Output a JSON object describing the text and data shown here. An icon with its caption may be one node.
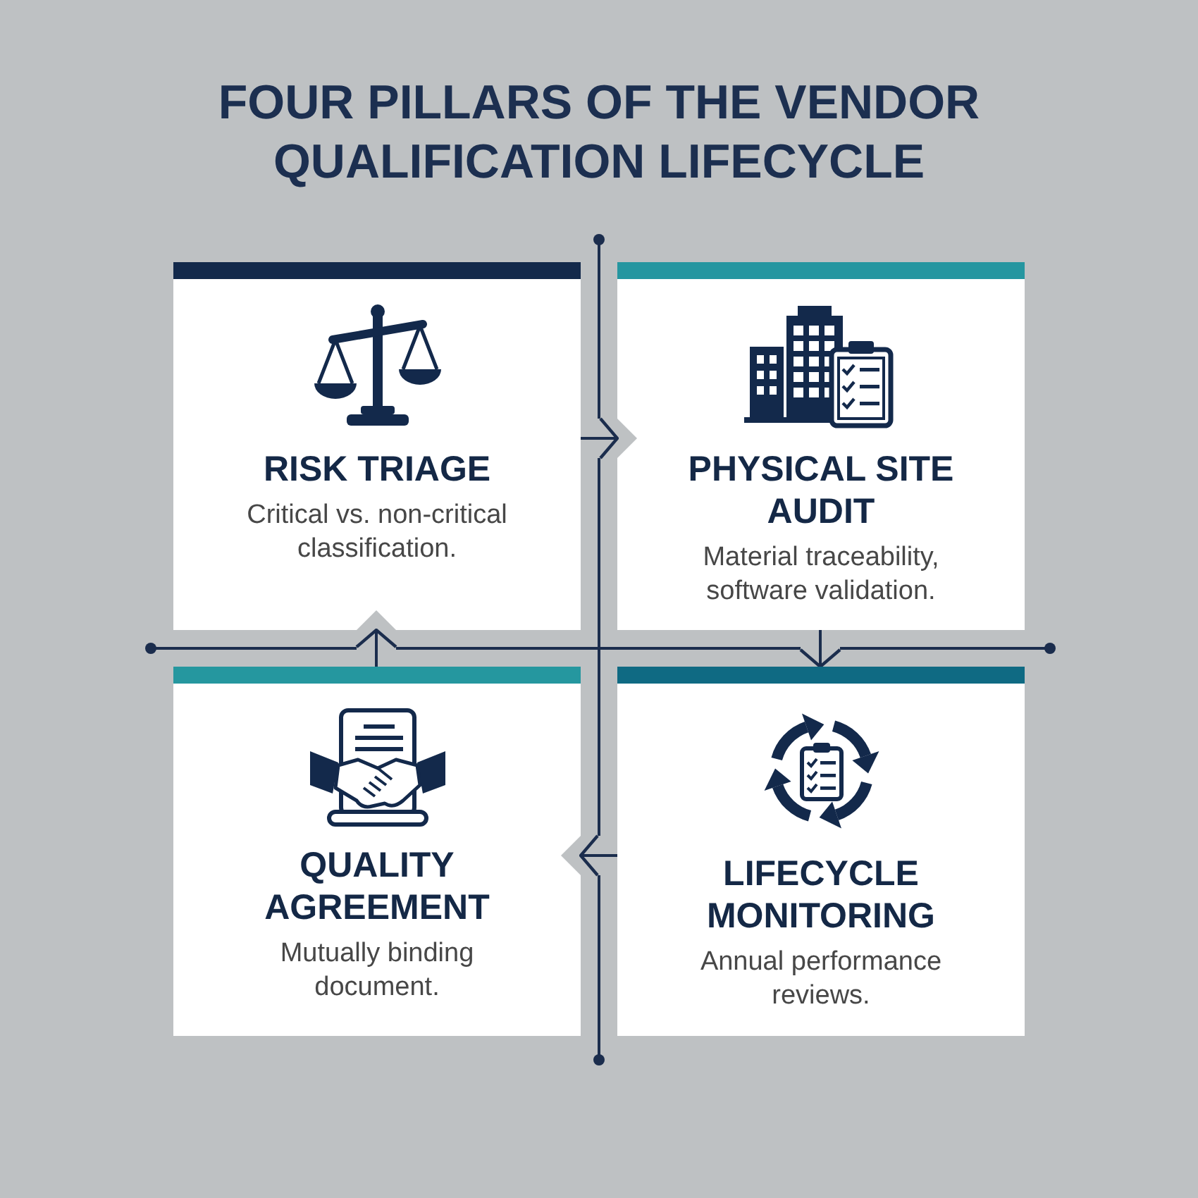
{
  "diagram": {
    "title": "FOUR PILLARS OF THE VENDOR QUALIFICATION LIFECYCLE",
    "nodes": [
      {
        "text": [
          "RISK TRIAGE",
          "Critical vs. non-critical classification."
        ]
      },
      {
        "text": [
          "PHYSICAL SITE AUDIT",
          "Material traceability, software validation."
        ]
      },
      {
        "text": [
          "QUALITY AGREEMENT",
          "Mutually binding document."
        ]
      },
      {
        "text": [
          "LIFECYCLE MONITORING",
          "Annual performance reviews."
        ]
      }
    ],
    "edges": [
      {
        "from": 0,
        "to": 1,
        "arrow": "to"
      },
      {
        "from": 1,
        "to": 3,
        "arrow": "to"
      },
      {
        "from": 3,
        "to": 2,
        "arrow": "to"
      },
      {
        "from": 2,
        "to": 0,
        "arrow": "to"
      }
    ]
  }
}
